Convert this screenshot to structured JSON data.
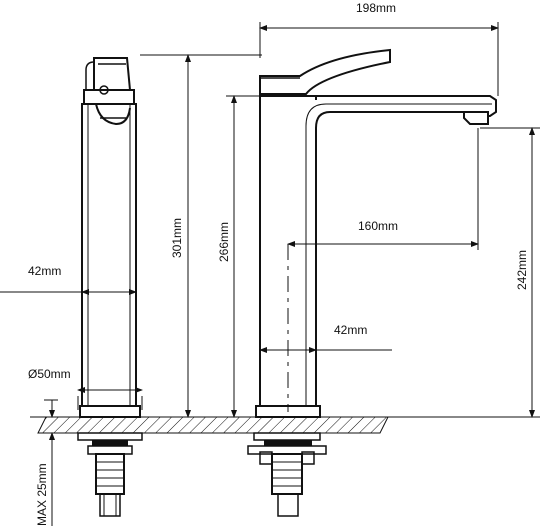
{
  "dimensions": {
    "width_top": "198mm",
    "height_total": "301mm",
    "height_spout": "266mm",
    "height_outlet": "242mm",
    "reach": "160mm",
    "body_side": "42mm",
    "body_front": "42mm",
    "base_diameter": "Ø50mm",
    "max_counter": "MAX 25mm"
  }
}
